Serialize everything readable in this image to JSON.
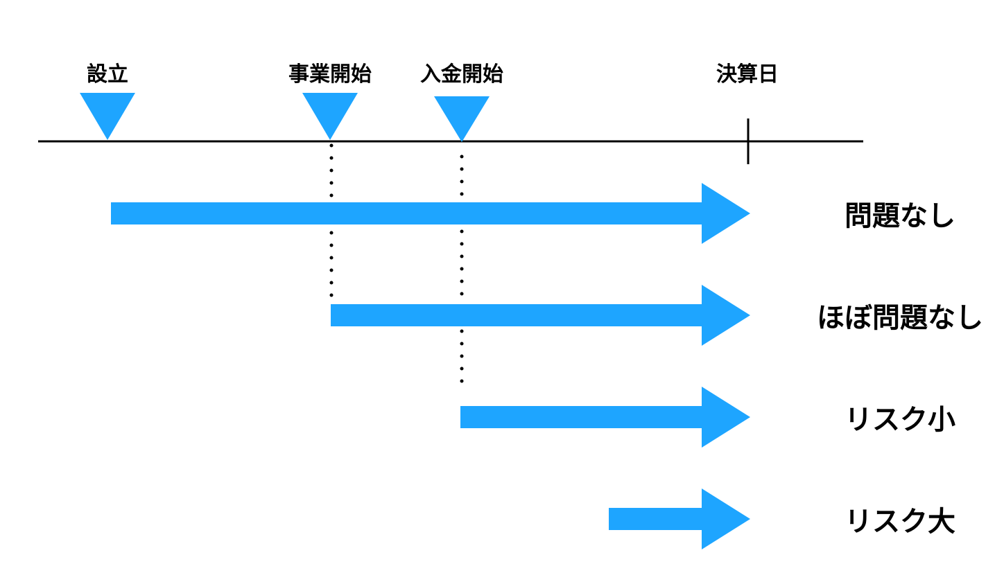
{
  "colors": {
    "accent": "#1ea5ff",
    "line": "#000000",
    "text": "#000000"
  },
  "milestones": [
    {
      "label": "設立"
    },
    {
      "label": "事業開始"
    },
    {
      "label": "入金開始"
    }
  ],
  "end_marker": {
    "label": "決算日"
  },
  "arrows": [
    {
      "result": "問題なし"
    },
    {
      "result": "ほぼ問題なし"
    },
    {
      "result": "リスク小"
    },
    {
      "result": "リスク大"
    }
  ]
}
